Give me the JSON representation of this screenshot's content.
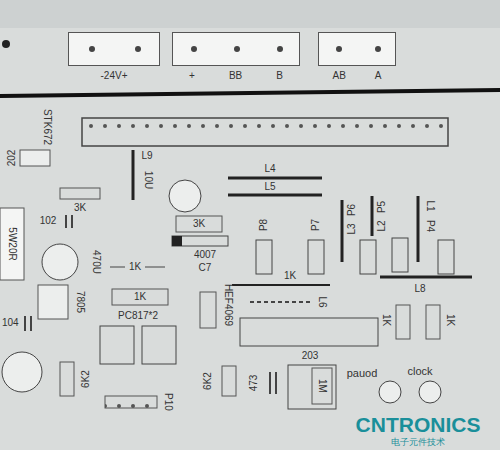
{
  "diagram": {
    "nodes": [
      {
        "text": [
          "-24V+"
        ]
      },
      {
        "text": [
          "+",
          "BB",
          "B"
        ]
      },
      {
        "text": [
          "AB",
          "A"
        ]
      }
    ],
    "labels": [
      "STK672",
      "202",
      "L9",
      "10U",
      "3K",
      "102",
      "3K",
      "4007",
      "C7",
      "470U",
      "1K",
      "1K",
      "5W20R",
      "7805",
      "104",
      "PC817*2",
      "6K2",
      "6K2",
      "P10",
      "HEF4069",
      "473",
      "203",
      "1M",
      "L4",
      "L5",
      "P8",
      "P7",
      "L3",
      "P6",
      "L2",
      "P5",
      "L1",
      "P4",
      "L8",
      "1K",
      "L6",
      "1K",
      "1K",
      "clock",
      "pauod",
      "CNTRONICS",
      "电子元件技术"
    ]
  }
}
